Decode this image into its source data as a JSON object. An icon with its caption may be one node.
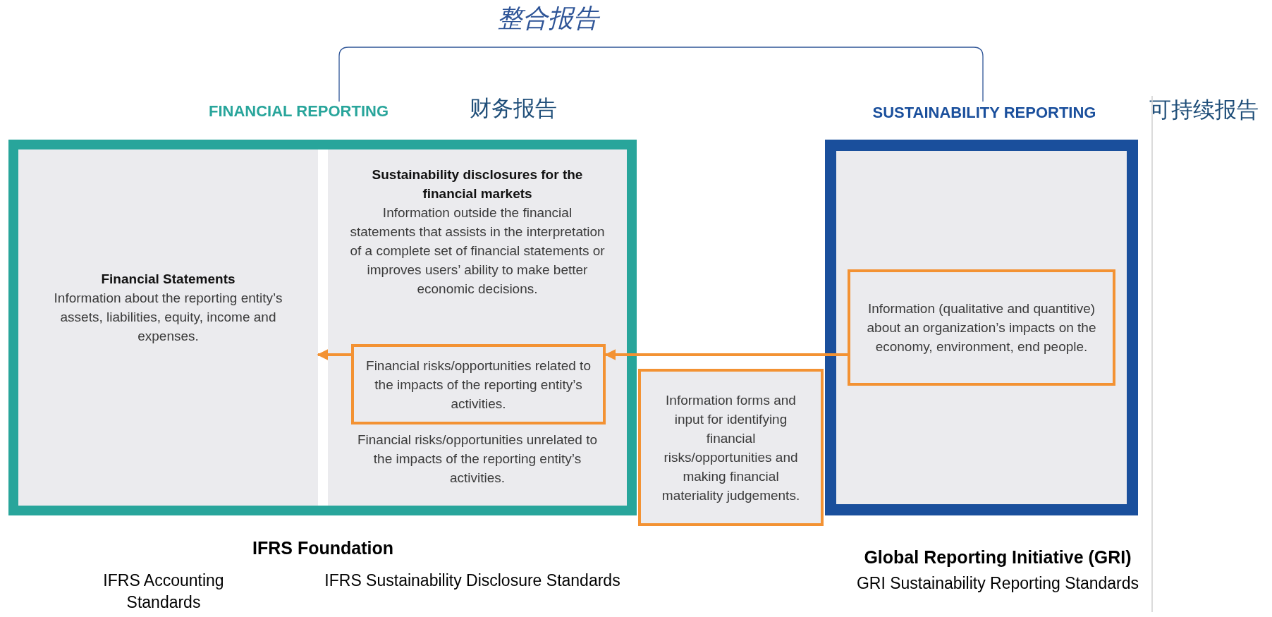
{
  "diagram": {
    "nodes": [
      {
        "text": [
          "FINANCIAL REPORTING"
        ],
        "beside": [
          "财务报告"
        ]
      },
      {
        "text": [
          "Financial Statements",
          "Information about the reporting entity’s assets, liabilities, equity, income and expenses."
        ],
        "in": 0
      },
      {
        "text": [
          "Sustainability disclosures for the financial markets",
          "Information outside the financial statements that assists in the interpretation of a complete set of financial statements or improves users’ ability to make better economic decisions.",
          "Financial risks/opportunities unrelated to the impacts of the reporting entity’s activities."
        ],
        "in": 0
      },
      {
        "text": [
          "Financial risks/opportunities related to the impacts of the reporting entity’s activities."
        ],
        "in": 2
      },
      {
        "text": [
          "SUSTAINABILITY REPORTING"
        ],
        "beside": [
          "可持续报告"
        ]
      },
      {
        "text": [
          "Information (qualitative and quantitive) about an organization’s impacts on the economy, environment, end people."
        ],
        "in": 4
      },
      {
        "text": [
          "Information forms and input for identifying financial risks/opportunities and making financial materiality judgements."
        ]
      }
    ],
    "edges": [
      {
        "from": 5,
        "to": 3,
        "arrow": "to"
      },
      {
        "from": 3,
        "to": 1,
        "arrow": "to"
      }
    ],
    "labels": [
      "整合报告",
      "IFRS Foundation",
      "IFRS Accounting Standards",
      "IFRS Sustainability Disclosure Standards",
      "Global Reporting Initiative (GRI)",
      "GRI Sustainability Reporting Standards"
    ]
  }
}
